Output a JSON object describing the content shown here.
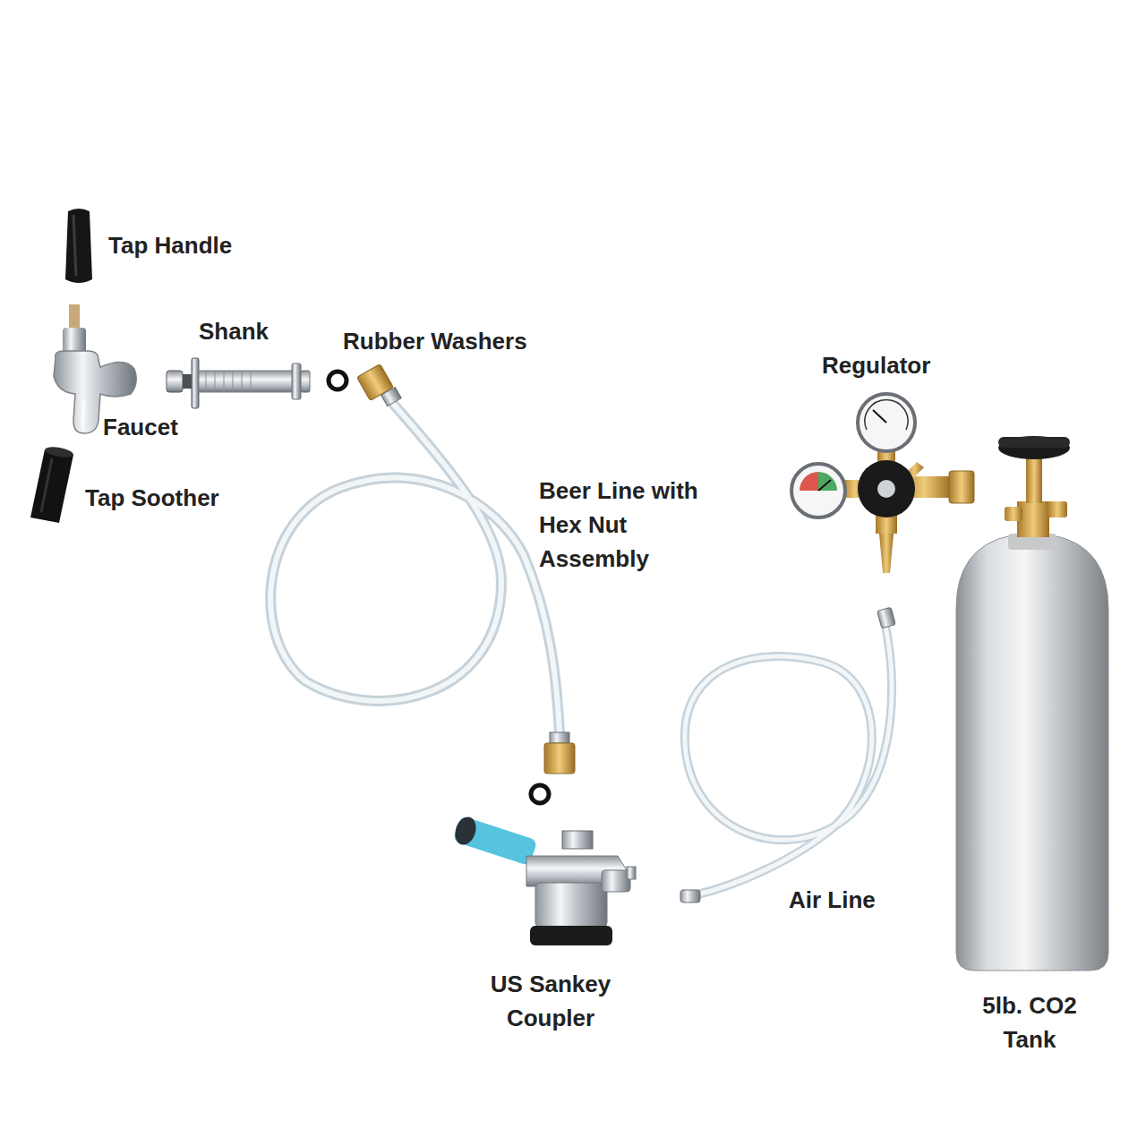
{
  "diagram": {
    "labels": [
      "Tap Handle",
      "Shank",
      "Rubber Washers",
      "Faucet",
      "Tap Soother",
      "Regulator",
      "Beer Line with Hex Nut Assembly",
      "Air Line",
      "US Sankey Coupler",
      "5lb. CO2 Tank"
    ]
  }
}
